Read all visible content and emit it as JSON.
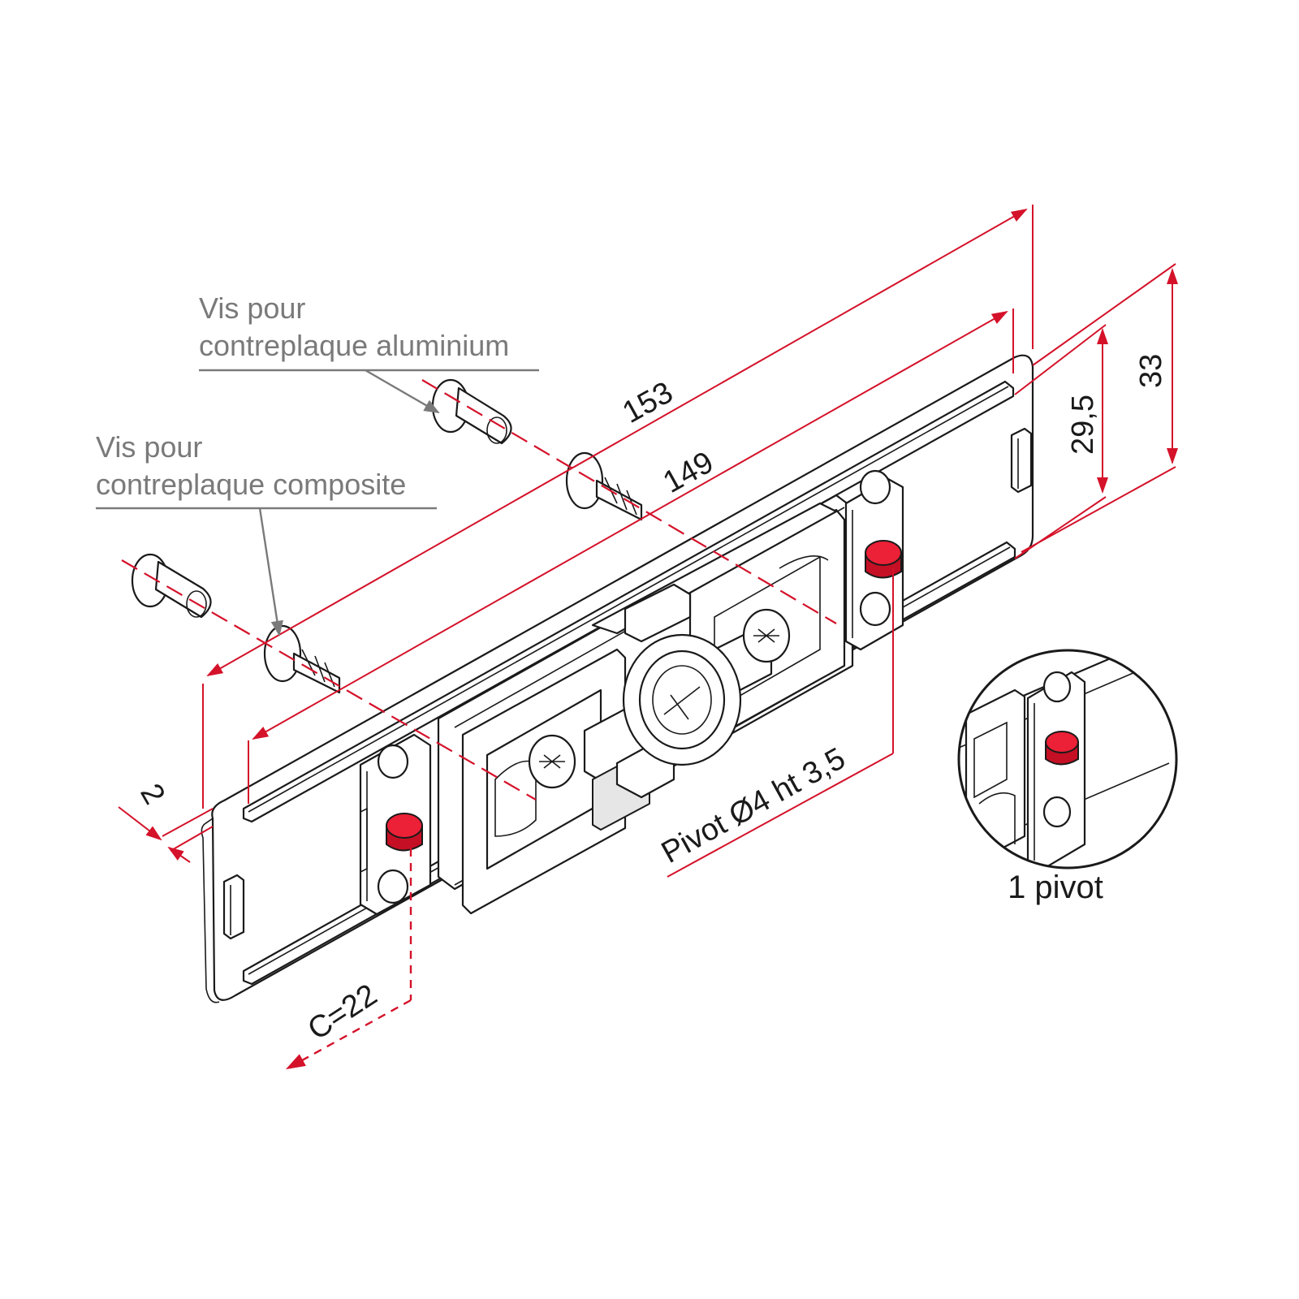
{
  "labels": {
    "screw_alu_line1": "Vis pour",
    "screw_alu_line2": "contreplaque aluminium",
    "screw_comp_line1": "Vis pour",
    "screw_comp_line2": "contreplaque composite",
    "pivot_spec": "Pivot Ø4 ht 3,5",
    "detail_caption": "1 pivot"
  },
  "dimensions": {
    "overall_length": "153",
    "inner_length": "149",
    "height_outer": "33",
    "height_inner": "29,5",
    "thickness": "2",
    "center_distance": "C=22"
  },
  "colors": {
    "dimension_red": "#d4122a",
    "pivot_red": "#ec2036",
    "callout_gray": "#7a7a7a",
    "outline": "#1a1a1a"
  }
}
